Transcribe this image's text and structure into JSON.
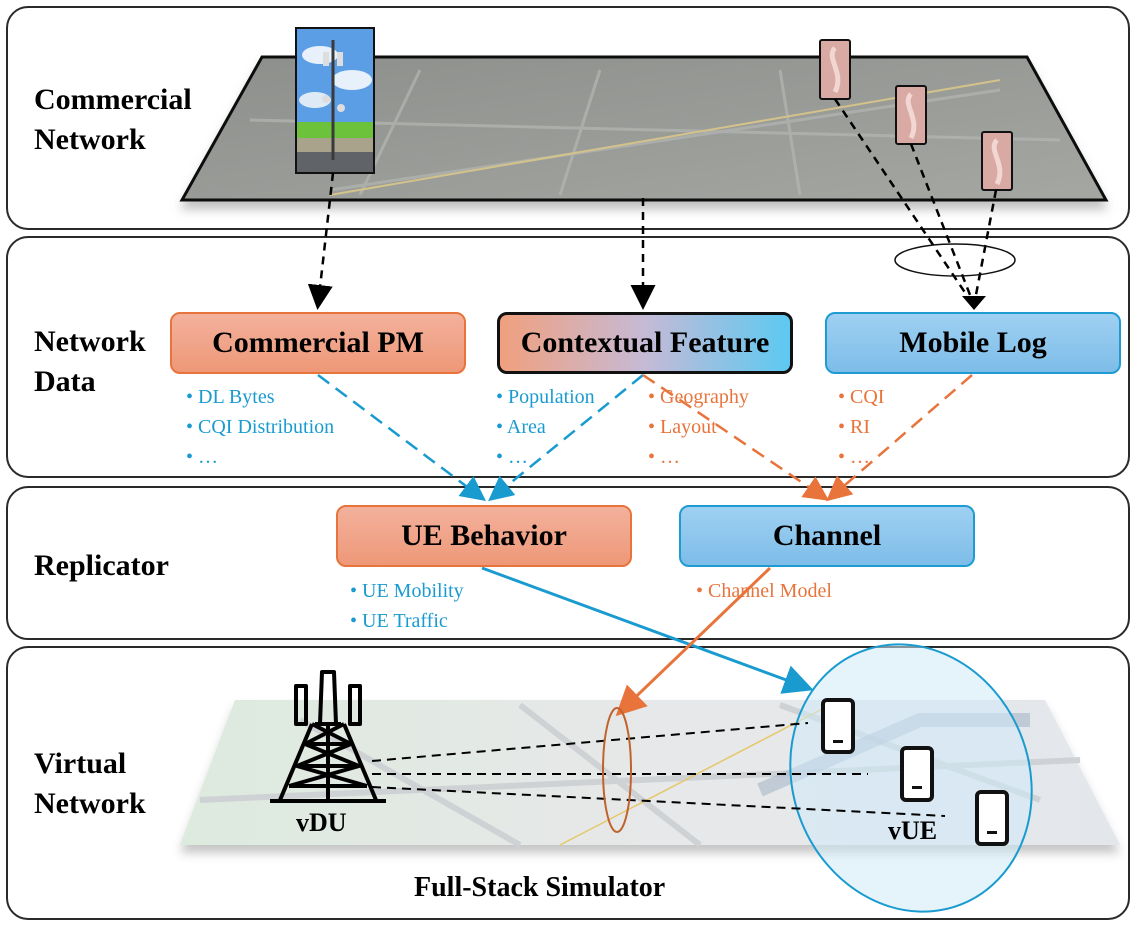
{
  "layers": [
    {
      "id": "commercial-network",
      "label_line1": "Commercial",
      "label_line2": "Network"
    },
    {
      "id": "network-data",
      "label_line1": "Network",
      "label_line2": "Data"
    },
    {
      "id": "replicator",
      "label_line1": "Replicator"
    },
    {
      "id": "virtual-network",
      "label_line1": "Virtual",
      "label_line2": "Network"
    }
  ],
  "network_data": {
    "commercial_pm": {
      "title": "Commercial PM",
      "items": [
        "DL Bytes",
        "CQI Distribution",
        "…"
      ]
    },
    "contextual_feature": {
      "title": "Contextual Feature",
      "items_left": [
        "Population",
        "Area",
        "…"
      ],
      "items_right": [
        "Geography",
        "Layout",
        "…"
      ]
    },
    "mobile_log": {
      "title": "Mobile Log",
      "items": [
        "CQI",
        "RI",
        "…"
      ]
    }
  },
  "replicator": {
    "ue_behavior": {
      "title": "UE Behavior",
      "items": [
        "UE Mobility",
        "UE Traffic"
      ]
    },
    "channel": {
      "title": "Channel",
      "items": [
        "Channel Model"
      ]
    }
  },
  "virtual_network": {
    "vdu_label": "vDU",
    "vue_label": "vUE",
    "caption": "Full-Stack Simulator"
  },
  "colors": {
    "orange": "#e8743b",
    "blue": "#1a9bd0",
    "orange_fill": "#f0a07e",
    "blue_fill": "#8ac6ee"
  }
}
